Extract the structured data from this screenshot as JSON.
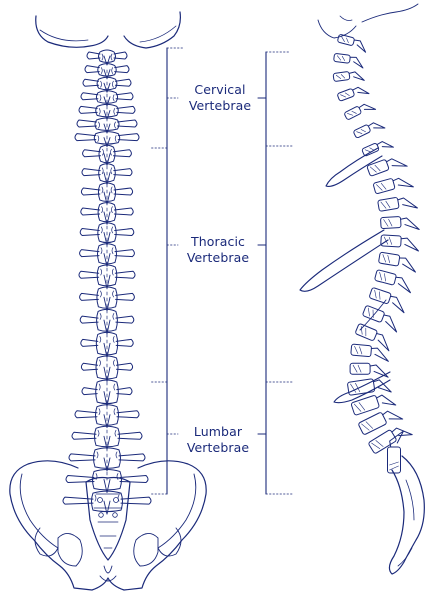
{
  "colors": {
    "ink": "#1b2a7a",
    "background": "#ffffff"
  },
  "regions": [
    {
      "key": "cervical",
      "line1": "Cervical",
      "line2": "Vertebrae"
    },
    {
      "key": "thoracic",
      "line1": "Thoracic",
      "line2": "Vertebrae"
    },
    {
      "key": "lumbar",
      "line1": "Lumbar",
      "line2": "Vertebrae"
    }
  ]
}
